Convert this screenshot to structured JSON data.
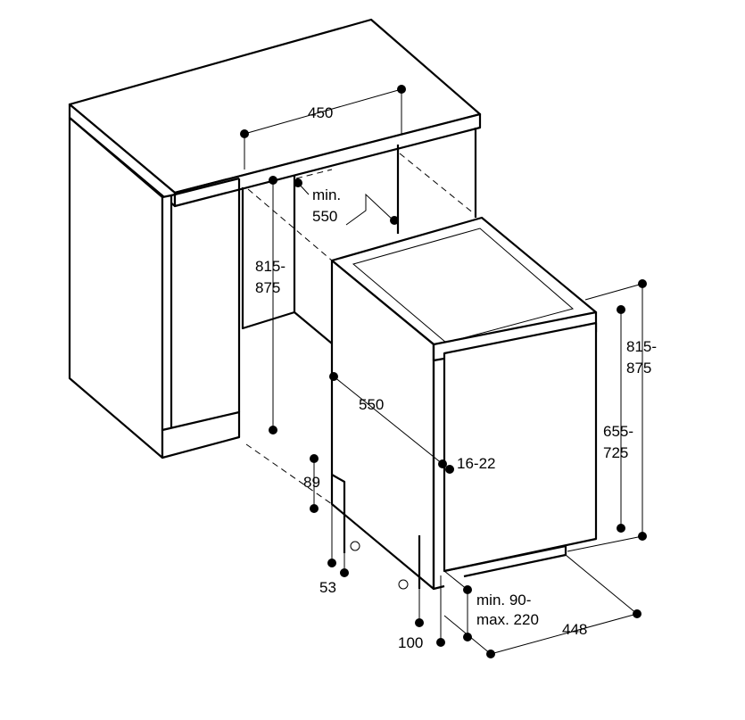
{
  "labels": {
    "width_450": "450",
    "min_550_line1": "min.",
    "min_550_line2": "550",
    "left_height_line1": "815-",
    "left_height_line2": "875",
    "right_height_line1": "815-",
    "right_height_line2": "875",
    "depth_550": "550",
    "door_gap": "16-22",
    "door_height_line1": "655-",
    "door_height_line2": "725",
    "plinth_89": "89",
    "plinth_53": "53",
    "toe_line1": "min. 90-",
    "toe_line2": "max. 220",
    "offset_100": "100",
    "width_448": "448"
  },
  "colors": {
    "line": "#000000",
    "background": "#ffffff"
  }
}
